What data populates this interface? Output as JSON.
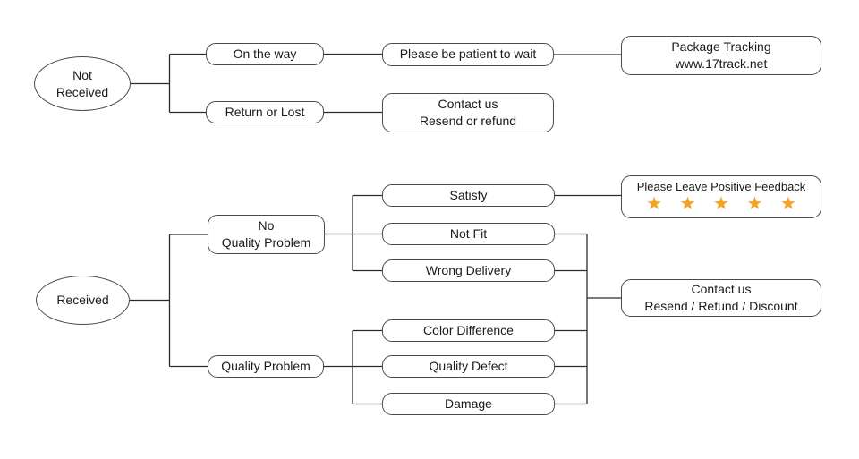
{
  "title": "Customer service decision flowchart",
  "colors": {
    "background": "#ffffff",
    "line": "#2b2b2b",
    "box_border": "#4a4a4a",
    "text": "#1a1a1a",
    "star": "#F9A11C"
  },
  "nodes": {
    "not_received": {
      "line1": "Not",
      "line2": "Received"
    },
    "on_the_way": {
      "label": "On the way"
    },
    "return_or_lost": {
      "label": "Return or Lost"
    },
    "please_wait": {
      "label": "Please be patient to wait"
    },
    "package_tracking": {
      "line1": "Package Tracking",
      "line2": "www.17track.net"
    },
    "contact_resend_refund": {
      "line1": "Contact us",
      "line2": "Resend or refund"
    },
    "received": {
      "label": "Received"
    },
    "no_quality_problem": {
      "line1": "No",
      "line2": "Quality Problem"
    },
    "quality_problem": {
      "label": "Quality Problem"
    },
    "satisfy": {
      "label": "Satisfy"
    },
    "not_fit": {
      "label": "Not Fit"
    },
    "wrong_delivery": {
      "label": "Wrong Delivery"
    },
    "positive_feedback": {
      "label": "Please Leave Positive Feedback",
      "stars": "★ ★ ★ ★ ★",
      "star_count": 5
    },
    "color_difference": {
      "label": "Color Difference"
    },
    "quality_defect": {
      "label": "Quality Defect"
    },
    "damage": {
      "label": "Damage"
    },
    "contact_discount": {
      "line1": "Contact us",
      "line2": "Resend / Refund / Discount"
    }
  }
}
